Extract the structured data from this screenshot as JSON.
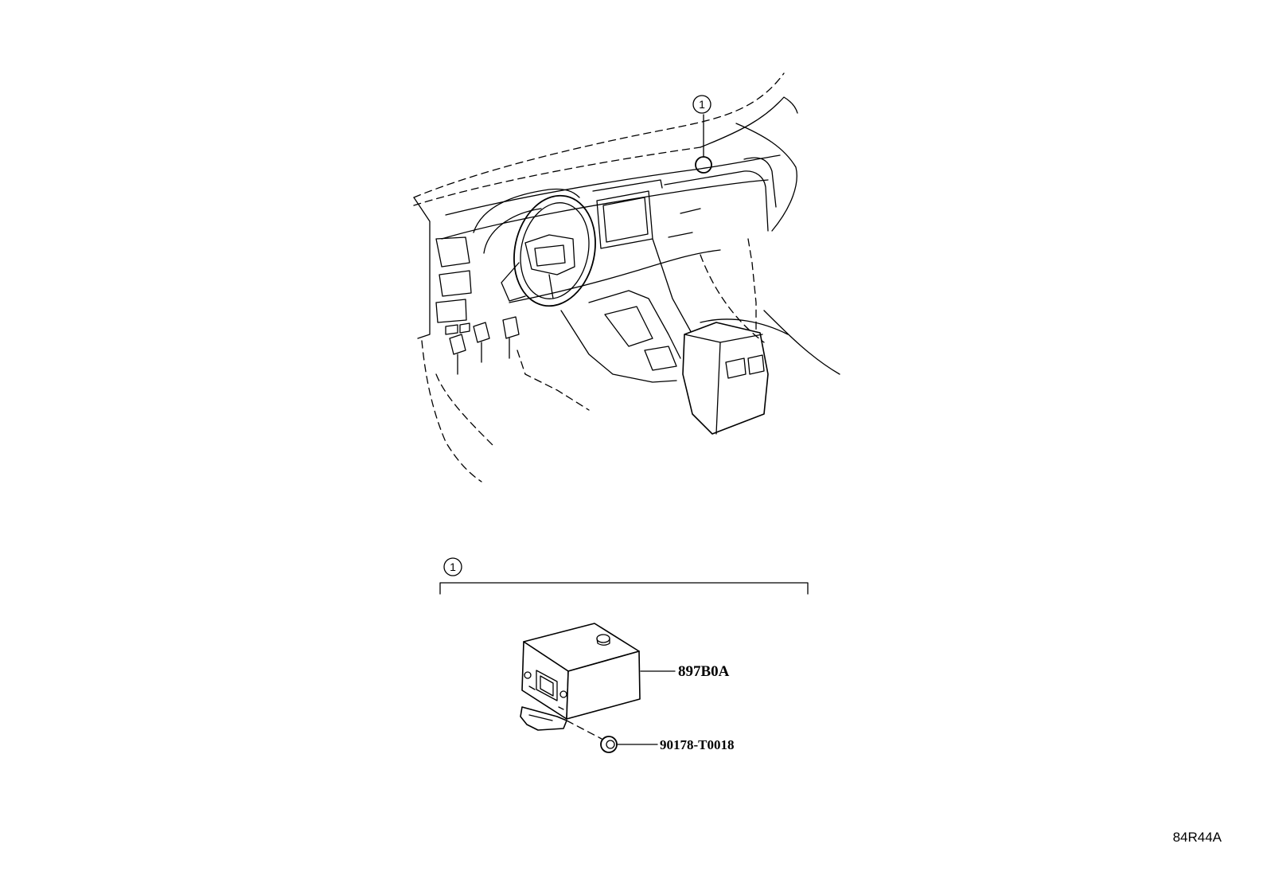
{
  "callouts": [
    {
      "number": "1"
    },
    {
      "number": "1"
    }
  ],
  "parts": [
    {
      "part_number": "897B0A"
    },
    {
      "part_number": "90178-T0018"
    }
  ],
  "figure_code": "84R44A"
}
